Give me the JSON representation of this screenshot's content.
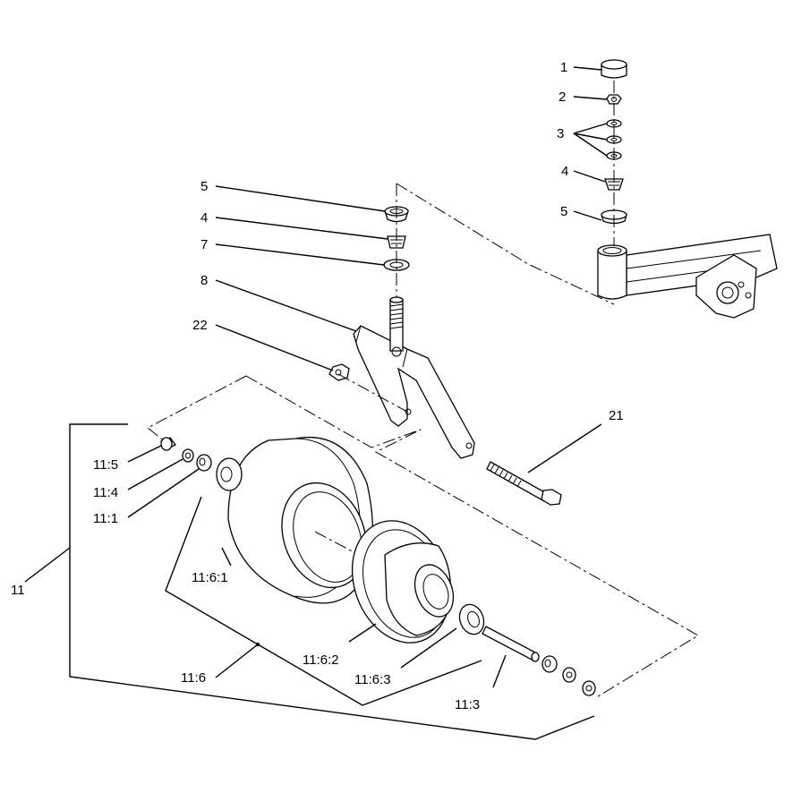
{
  "diagram": {
    "callouts": {
      "c1": "1",
      "c2": "2",
      "c3": "3",
      "c4a": "4",
      "c5a": "5",
      "c5b": "5",
      "c4b": "4",
      "c7": "7",
      "c8": "8",
      "c22": "22",
      "c21": "21",
      "c11_5": "11:5",
      "c11_4": "11:4",
      "c11_1": "11:1",
      "c11": "11",
      "c11_6_1": "11:6:1",
      "c11_6_2": "11:6:2",
      "c11_6": "11:6",
      "c11_6_3": "11:6:3",
      "c11_3": "11:3"
    }
  }
}
